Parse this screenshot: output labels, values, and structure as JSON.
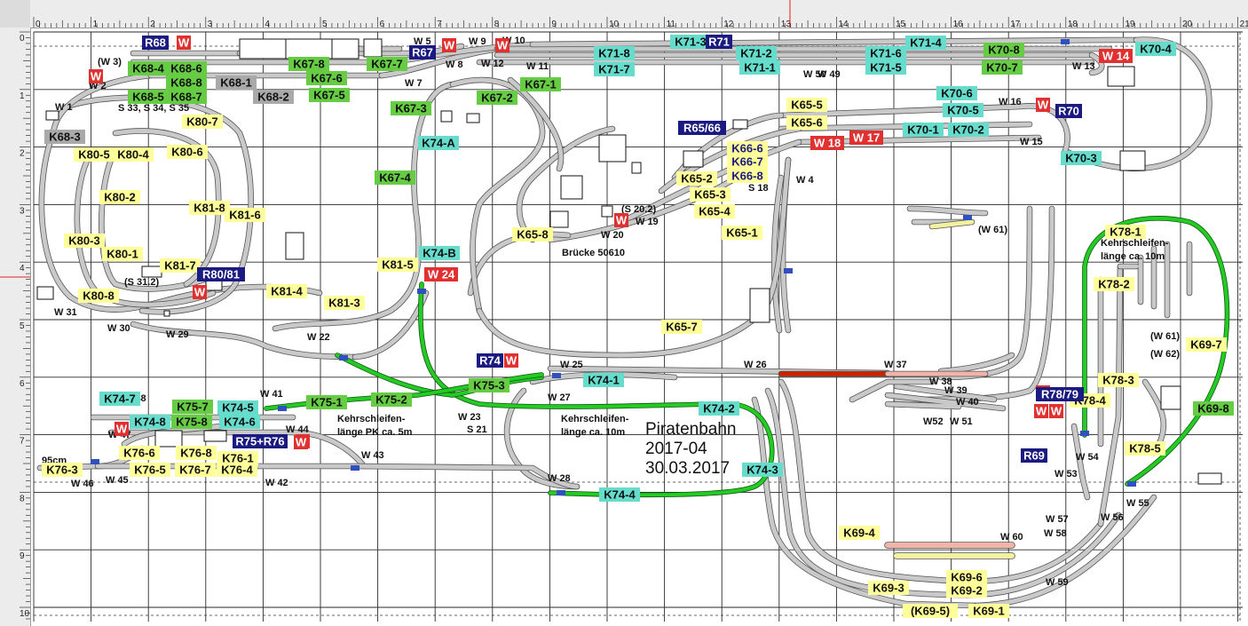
{
  "ruler": {
    "x_ticks": [
      "0",
      "1",
      "2",
      "3",
      "4",
      "5",
      "6",
      "7",
      "8",
      "9",
      "10",
      "11",
      "12",
      "13",
      "14",
      "15",
      "16",
      "17",
      "18",
      "19",
      "20",
      "21"
    ],
    "y_ticks": [
      "0",
      "1",
      "2",
      "3",
      "4",
      "5",
      "6",
      "7",
      "8",
      "9",
      "10"
    ]
  },
  "title_block": {
    "title": "Piratenbahn",
    "version": "2017-04",
    "date": "30.03.2017"
  },
  "colors": {
    "green": "#66cc44",
    "cyan": "#66ddcc",
    "yellow": "#ffff99",
    "navy": "#1a1a80",
    "red": "#e03030",
    "salmon": "#f08a80",
    "grey": "#a9a9a9",
    "track": "#c9c9c9",
    "loop_green": "#22cc22",
    "track_red": "#cc2200",
    "track_salmon": "#f2b3a8",
    "track_yellow": "#f3f0a0",
    "track_blue": "#3050c0"
  },
  "blocks": [
    {
      "label": "R68",
      "type": "navy"
    },
    {
      "label": "W",
      "type": "red"
    },
    {
      "label": "(W 3)",
      "type": "text"
    },
    {
      "label": "W",
      "type": "red"
    },
    {
      "label": "K68-4",
      "type": "green"
    },
    {
      "label": "K68-6",
      "type": "green"
    },
    {
      "label": "K68-8",
      "type": "green"
    },
    {
      "label": "K68-5",
      "type": "green"
    },
    {
      "label": "K68-7",
      "type": "green"
    },
    {
      "label": "K68-1",
      "type": "grey"
    },
    {
      "label": "K68-2",
      "type": "grey"
    },
    {
      "label": "K68-3",
      "type": "grey"
    },
    {
      "label": "K67-8",
      "type": "green"
    },
    {
      "label": "K67-6",
      "type": "green"
    },
    {
      "label": "K67-5",
      "type": "green"
    },
    {
      "label": "K67-7",
      "type": "green"
    },
    {
      "label": "R67",
      "type": "navy"
    },
    {
      "label": "K67-3",
      "type": "green"
    },
    {
      "label": "K67-2",
      "type": "green"
    },
    {
      "label": "K67-1",
      "type": "green"
    },
    {
      "label": "K67-4",
      "type": "green"
    },
    {
      "label": "W",
      "type": "red"
    },
    {
      "label": "W",
      "type": "red"
    },
    {
      "label": "K71-8",
      "type": "cyan"
    },
    {
      "label": "K71-7",
      "type": "cyan"
    },
    {
      "label": "K71-3",
      "type": "cyan"
    },
    {
      "label": "R71",
      "type": "navy"
    },
    {
      "label": "K71-2",
      "type": "cyan"
    },
    {
      "label": "K71-1",
      "type": "cyan"
    },
    {
      "label": "K71-4",
      "type": "cyan"
    },
    {
      "label": "K71-6",
      "type": "cyan"
    },
    {
      "label": "K71-5",
      "type": "cyan"
    },
    {
      "label": "K70-8",
      "type": "green"
    },
    {
      "label": "K70-7",
      "type": "green"
    },
    {
      "label": "K70-4",
      "type": "cyan"
    },
    {
      "label": "W 14",
      "type": "red"
    },
    {
      "label": "K70-6",
      "type": "cyan"
    },
    {
      "label": "K70-5",
      "type": "cyan"
    },
    {
      "label": "K70-1",
      "type": "cyan"
    },
    {
      "label": "K70-2",
      "type": "cyan"
    },
    {
      "label": "K70-3",
      "type": "cyan"
    },
    {
      "label": "W",
      "type": "red"
    },
    {
      "label": "R70",
      "type": "navy"
    },
    {
      "label": "K65-5",
      "type": "yellow"
    },
    {
      "label": "K65-6",
      "type": "yellow"
    },
    {
      "label": "W 18",
      "type": "red"
    },
    {
      "label": "W 17",
      "type": "red"
    },
    {
      "label": "R65/66",
      "type": "navy"
    },
    {
      "label": "K66-6",
      "type": "navyblue"
    },
    {
      "label": "K66-7",
      "type": "navyblue"
    },
    {
      "label": "K66-8",
      "type": "navyblue"
    },
    {
      "label": "K65-2",
      "type": "yellow"
    },
    {
      "label": "K65-3",
      "type": "yellow"
    },
    {
      "label": "K65-4",
      "type": "yellow"
    },
    {
      "label": "K65-1",
      "type": "yellow"
    },
    {
      "label": "K65-8",
      "type": "yellow"
    },
    {
      "label": "K65-7",
      "type": "yellow"
    },
    {
      "label": "W",
      "type": "red"
    },
    {
      "label": "K74-A",
      "type": "cyan"
    },
    {
      "label": "K74-B",
      "type": "cyan"
    },
    {
      "label": "W 24",
      "type": "red"
    },
    {
      "label": "K80-7",
      "type": "yellow"
    },
    {
      "label": "K80-5",
      "type": "yellow"
    },
    {
      "label": "K80-4",
      "type": "yellow"
    },
    {
      "label": "K80-6",
      "type": "yellow"
    },
    {
      "label": "K80-2",
      "type": "yellow"
    },
    {
      "label": "K81-8",
      "type": "yellow"
    },
    {
      "label": "K81-6",
      "type": "yellow"
    },
    {
      "label": "K80-3",
      "type": "yellow"
    },
    {
      "label": "K80-1",
      "type": "yellow"
    },
    {
      "label": "K81-7",
      "type": "yellow"
    },
    {
      "label": "R80/81",
      "type": "navy"
    },
    {
      "label": "W",
      "type": "red"
    },
    {
      "label": "K80-8",
      "type": "yellow"
    },
    {
      "label": "K81-5",
      "type": "yellow"
    },
    {
      "label": "K81-4",
      "type": "yellow"
    },
    {
      "label": "K81-3",
      "type": "yellow"
    },
    {
      "label": "R74",
      "type": "navy"
    },
    {
      "label": "W",
      "type": "red"
    },
    {
      "label": "K75-3",
      "type": "green"
    },
    {
      "label": "W",
      "type": "red"
    },
    {
      "label": "K74-1",
      "type": "cyan"
    },
    {
      "label": "K74-2",
      "type": "cyan"
    },
    {
      "label": "K74-3",
      "type": "cyan"
    },
    {
      "label": "K74-4",
      "type": "cyan"
    },
    {
      "label": "K74-7",
      "type": "cyan"
    },
    {
      "label": "K75-7",
      "type": "green"
    },
    {
      "label": "K74-5",
      "type": "cyan"
    },
    {
      "label": "K74-8",
      "type": "cyan"
    },
    {
      "label": "K75-8",
      "type": "green"
    },
    {
      "label": "K74-6",
      "type": "cyan"
    },
    {
      "label": "K75-1",
      "type": "green"
    },
    {
      "label": "K75-2",
      "type": "green"
    },
    {
      "label": "W",
      "type": "red"
    },
    {
      "label": "K76-6",
      "type": "yellow"
    },
    {
      "label": "K76-8",
      "type": "yellow"
    },
    {
      "label": "K76-1",
      "type": "yellow"
    },
    {
      "label": "K76-3",
      "type": "yellow"
    },
    {
      "label": "K76-5",
      "type": "yellow"
    },
    {
      "label": "K76-7",
      "type": "yellow"
    },
    {
      "label": "K76-4",
      "type": "yellow"
    },
    {
      "label": "R75+R76",
      "type": "navy"
    },
    {
      "label": "W",
      "type": "red"
    },
    {
      "label": "W",
      "type": "red"
    },
    {
      "label": "K78-1",
      "type": "yellow"
    },
    {
      "label": "K78-2",
      "type": "yellow"
    },
    {
      "label": "K78-3",
      "type": "yellow"
    },
    {
      "label": "K78-4",
      "type": "yellow"
    },
    {
      "label": "K78-5",
      "type": "yellow"
    },
    {
      "label": "R78/79",
      "type": "navy"
    },
    {
      "label": "W",
      "type": "red"
    },
    {
      "label": "W",
      "type": "red"
    },
    {
      "label": "R69",
      "type": "navy"
    },
    {
      "label": "K69-7",
      "type": "yellow"
    },
    {
      "label": "K69-8",
      "type": "green"
    },
    {
      "label": "K69-4",
      "type": "yellow"
    },
    {
      "label": "K69-3",
      "type": "yellow"
    },
    {
      "label": "K69-6",
      "type": "yellow"
    },
    {
      "label": "K69-2",
      "type": "yellow"
    },
    {
      "label": "(K69-5)",
      "type": "yellow"
    },
    {
      "label": "K69-1",
      "type": "yellow"
    }
  ],
  "texts": [
    "W 2",
    "W 1",
    "S 33, S 34, S 35",
    "W 5",
    "W 8",
    "W 9",
    "W 10",
    "W 12",
    "W 11",
    "W 7",
    "W 50",
    "W 49",
    "W 13",
    "W 16",
    "W 15",
    "S 18",
    "W 4",
    "(S 20.2)",
    "W 19",
    "W 20",
    "Brücke 50610",
    "(W 61)",
    "(S 31.2)",
    "W 31",
    "W 30",
    "W 29",
    "W 22",
    "W 25",
    "W 26",
    "W 27",
    "W 23",
    "S 21",
    "W 37",
    "W 38",
    "W 39",
    "W 40",
    "W52",
    "W 51",
    "W 28",
    "W 48",
    "W 47",
    "W 41",
    "W 44",
    "W 43",
    "W 42",
    "W 46",
    "W 45",
    "95cm",
    "W 54",
    "W 53",
    "W 55",
    "W 56",
    "W 57",
    "W 58",
    "W 60",
    "W 59",
    "(W 61)",
    "(W 62)"
  ],
  "notes": [
    {
      "line1": "Kehrschleifen-",
      "line2": "länge PK ca. 5m"
    },
    {
      "line1": "Kehrschleifen-",
      "line2": "länge ca. 10m"
    },
    {
      "line1": "Kehrschleifen-",
      "line2": "länge ca. 10m"
    }
  ]
}
